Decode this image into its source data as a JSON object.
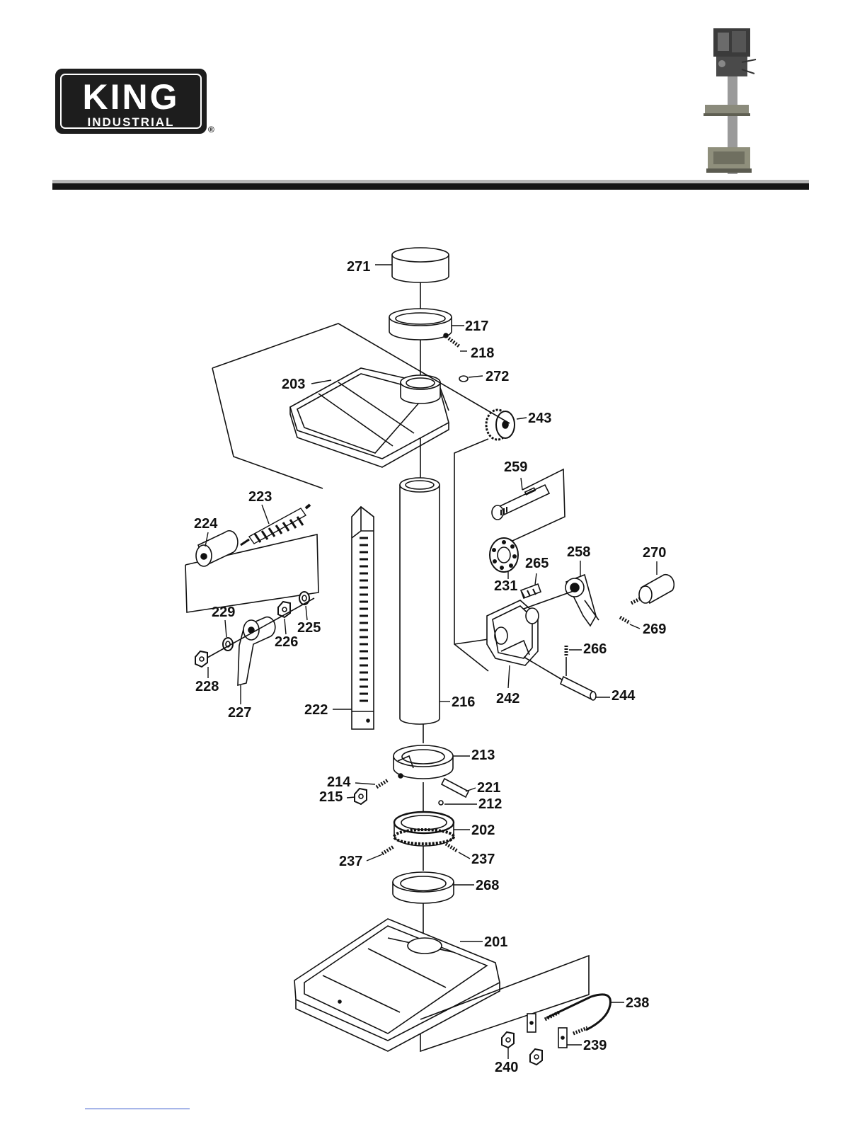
{
  "brand": {
    "logo_word": "KING",
    "logo_sub": "INDUSTRIAL",
    "registered": "®"
  },
  "colors": {
    "rule_dark": "#141414",
    "rule_light": "#b5b5b5",
    "logo_bg": "#1d1d1d",
    "line": "#111111"
  },
  "part_labels": {
    "p271": "271",
    "p217": "217",
    "p218": "218",
    "p203": "203",
    "p272": "272",
    "p243": "243",
    "p259": "259",
    "p223": "223",
    "p224": "224",
    "p231": "231",
    "p265": "265",
    "p258": "258",
    "p270": "270",
    "p269": "269",
    "p229": "229",
    "p226": "226",
    "p225": "225",
    "p266": "266",
    "p228": "228",
    "p227": "227",
    "p222": "222",
    "p216": "216",
    "p242": "242",
    "p244": "244",
    "p213": "213",
    "p214": "214",
    "p221": "221",
    "p215": "215",
    "p212": "212",
    "p202": "202",
    "p237a": "237",
    "p237b": "237",
    "p268": "268",
    "p201": "201",
    "p238": "238",
    "p239": "239",
    "p240": "240"
  }
}
